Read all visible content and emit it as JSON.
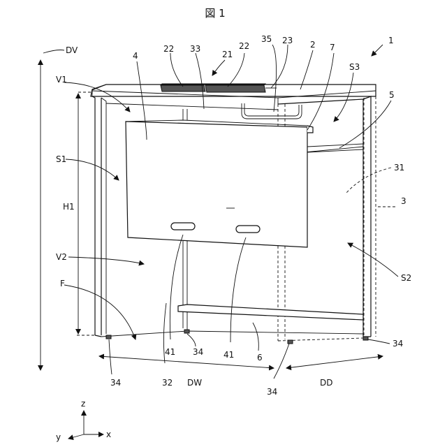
{
  "figure": {
    "title": "図 1",
    "labels": {
      "l1": "1",
      "l2": "2",
      "l3": "3",
      "l4": "4",
      "l5": "5",
      "l6": "6",
      "l7": "7",
      "l21": "21",
      "l22a": "22",
      "l22b": "22",
      "l23": "23",
      "l31": "31",
      "l32": "32",
      "l33": "33",
      "l34a": "34",
      "l34b": "34",
      "l34c": "34",
      "l34d": "34",
      "l35": "35",
      "l41a": "41",
      "l41b": "41",
      "DV": "DV",
      "DW": "DW",
      "DD": "DD",
      "H1": "H1",
      "V1": "V1",
      "V2": "V2",
      "S1": "S1",
      "S2": "S2",
      "S3": "S3",
      "F": "F"
    },
    "axes": {
      "z": "z",
      "x": "x",
      "y": "y"
    }
  }
}
